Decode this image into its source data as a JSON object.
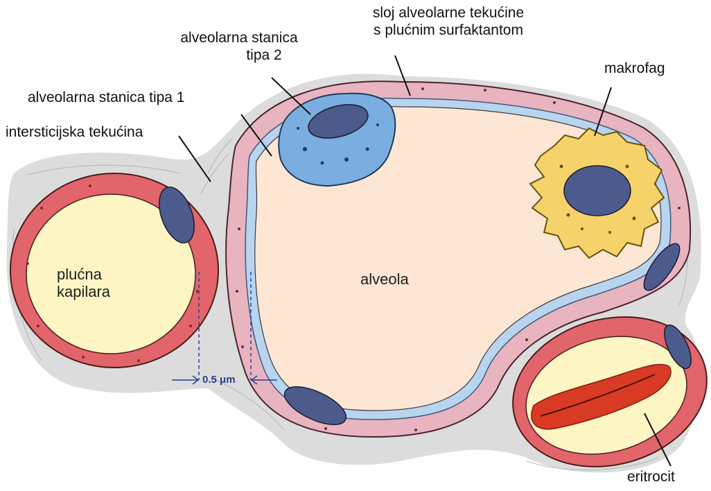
{
  "labels": {
    "fluid_layer_line1": "sloj alveolarne tekućine",
    "fluid_layer_line2": "s plućnim surfaktantom",
    "type2_line1": "alveolarna stanica",
    "type2_line2": "tipa 2",
    "macrophage": "makrofag",
    "type1": "alveolarna stanica tipa 1",
    "interstitial": "intersticijska tekućina",
    "capillary_line1": "plućna",
    "capillary_line2": "kapilara",
    "alveolus": "alveola",
    "scale": "0.5 μm",
    "erythrocyte": "eritrocit"
  },
  "colors": {
    "interstitium": "#dcdcdc",
    "capillary_wall": "#e2656b",
    "capillary_lumen": "#fdf6c4",
    "alveolar_wall": "#e8b4c0",
    "surfactant_layer": "#b8d4ee",
    "alveolus_lumen": "#fde7d4",
    "type2_cell": "#7aaee0",
    "macrophage": "#f5d36a",
    "nucleus": "#4d5a8c",
    "erythrocyte": "#d93a24",
    "scale_marker": "#2a3f8f"
  }
}
